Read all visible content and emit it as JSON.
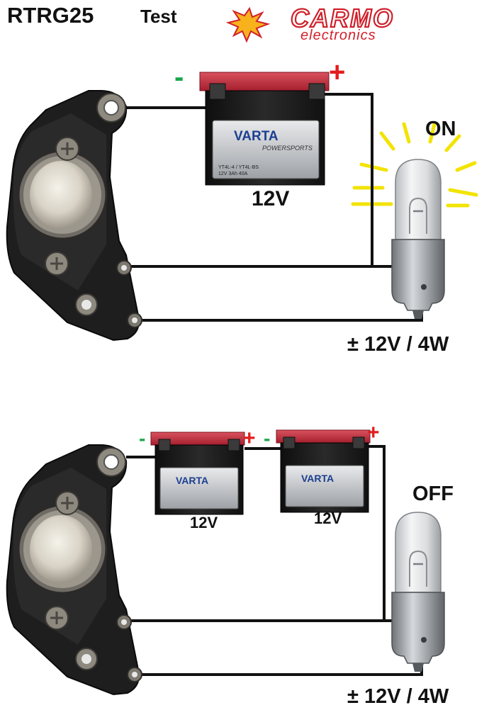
{
  "header": {
    "title": "RTRG25",
    "subtitle": "Test",
    "logo_top": "CARMO",
    "logo_bottom": "electronics"
  },
  "colors": {
    "wire": "#111111",
    "plus": "#e21d1d",
    "minus": "#1aa64a",
    "glow": "#f2e300",
    "logo_red": "#d0202a",
    "battery_lid": "#c42a3a",
    "battery_body": "#1c1c1c"
  },
  "icons": [
    "regulator-icon",
    "battery-icon",
    "bulb-icon",
    "spark-icon"
  ],
  "top_circuit": {
    "battery_brand": "VARTA",
    "battery_line": "POWERSPORTS",
    "battery_model": "YT4L-4 / YT4L-BS",
    "battery_spec": "12V 3Ah 40A",
    "battery_label": "12V",
    "minus": "-",
    "plus": "+",
    "state": "ON",
    "bulb_rating": "± 12V / 4W"
  },
  "bottom_circuit": {
    "battery1_brand": "VARTA",
    "battery1_label": "12V",
    "battery2_brand": "VARTA",
    "battery2_label": "12V",
    "minus": "-",
    "plus": "+",
    "state": "OFF",
    "bulb_rating": "± 12V / 4W"
  }
}
